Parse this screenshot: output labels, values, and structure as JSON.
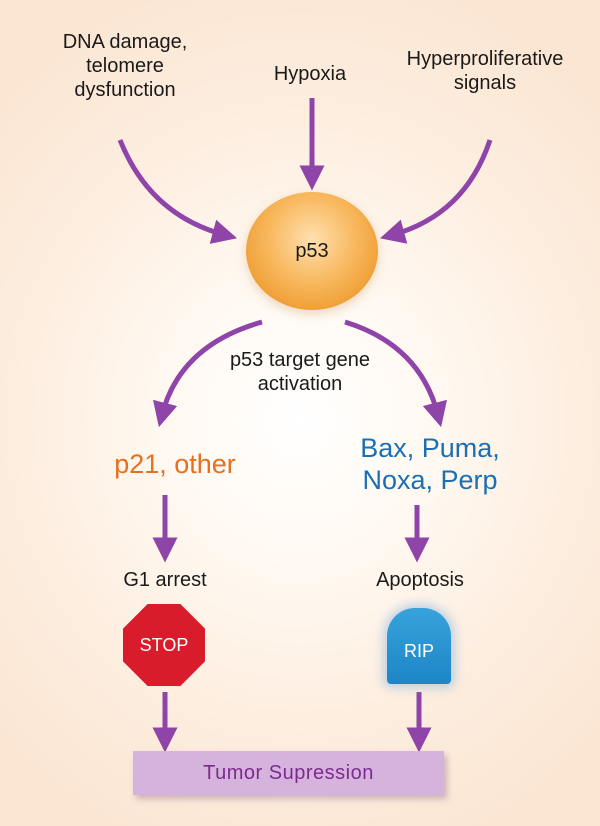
{
  "sources": {
    "dna_damage": "DNA damage,\ntelomere\ndysfunction",
    "hypoxia": "Hypoxia",
    "hyperproliferative": "Hyperproliferative\nsignals"
  },
  "center": {
    "label": "p53"
  },
  "activation_label": "p53 target gene\nactivation",
  "left_branch": {
    "targets": "p21, other",
    "outcome": "G1 arrest",
    "sign": "STOP"
  },
  "right_branch": {
    "targets": "Bax, Puma,\nNoxa, Perp",
    "outcome": "Apoptosis",
    "sign": "RIP"
  },
  "result": "Tumor Supression",
  "colors": {
    "arrow": "#8e44a8",
    "left_targets": "#e86f1c",
    "right_targets": "#1b6fb5",
    "stop_sign": "#d91c2c",
    "rip_sign": "#2596d4",
    "banner_fill": "#d5b3dc",
    "banner_text": "#7d2a8f",
    "p53_node": "#f4a640"
  }
}
